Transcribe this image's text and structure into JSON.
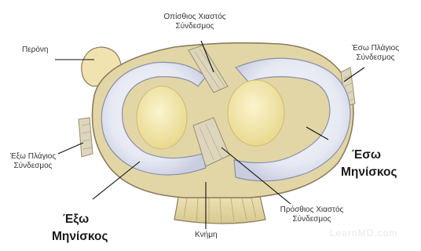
{
  "diagram": {
    "labels": {
      "fibula": "Περόνη",
      "posterior_cruciate_line1": "Οπίσθιος Χιαστός",
      "posterior_cruciate_line2": "Σύνδεσμος",
      "medial_collateral_line1": "Έσω Πλάγιος",
      "medial_collateral_line2": "Σύνδεσμος",
      "lateral_collateral_line1": "Έξω Πλάγιος",
      "lateral_collateral_line2": "Σύνδεσμος",
      "medial_meniscus_line1": "Έσω",
      "medial_meniscus_line2": "Μηνίσκος",
      "lateral_meniscus_line1": "Έξω",
      "lateral_meniscus_line2": "Μηνίσκος",
      "anterior_cruciate_line1": "Πρόσθιος Χιαστός",
      "anterior_cruciate_line2": "Σύνδεσμος",
      "tibia": "Κνήμη"
    },
    "watermark": "LearnMD.com",
    "colors": {
      "meniscus": "#eceef6",
      "meniscus_shade": "#c7cbe0",
      "cartilage": "#f3e7ac",
      "bone_outline": "#8a7c5e",
      "ligament": "#ddd6bd",
      "leader_line": "#111111",
      "label_text": "#333333"
    }
  }
}
